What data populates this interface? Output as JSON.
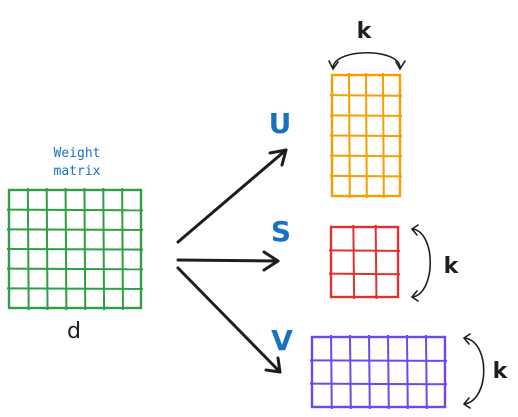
{
  "weight_matrix": {
    "caption_line1": "Weight",
    "caption_line2": "matrix",
    "dim_label": "d",
    "rows": 6,
    "cols": 7,
    "color": "#2f9e44"
  },
  "u_matrix": {
    "label": "U",
    "k_label": "k",
    "rows": 6,
    "cols": 4,
    "color": "#f59f00",
    "label_color": "#1971c2"
  },
  "s_matrix": {
    "label": "S",
    "k_label": "k",
    "rows": 3,
    "cols": 3,
    "color": "#e03131",
    "label_color": "#1971c2"
  },
  "v_matrix": {
    "label": "V",
    "k_label": "k",
    "rows": 3,
    "cols": 7,
    "color": "#7048e8",
    "label_color": "#1971c2"
  },
  "colors": {
    "arrow": "#1e1e1e",
    "caption": "#1971c2",
    "text": "#1e1e1e"
  }
}
